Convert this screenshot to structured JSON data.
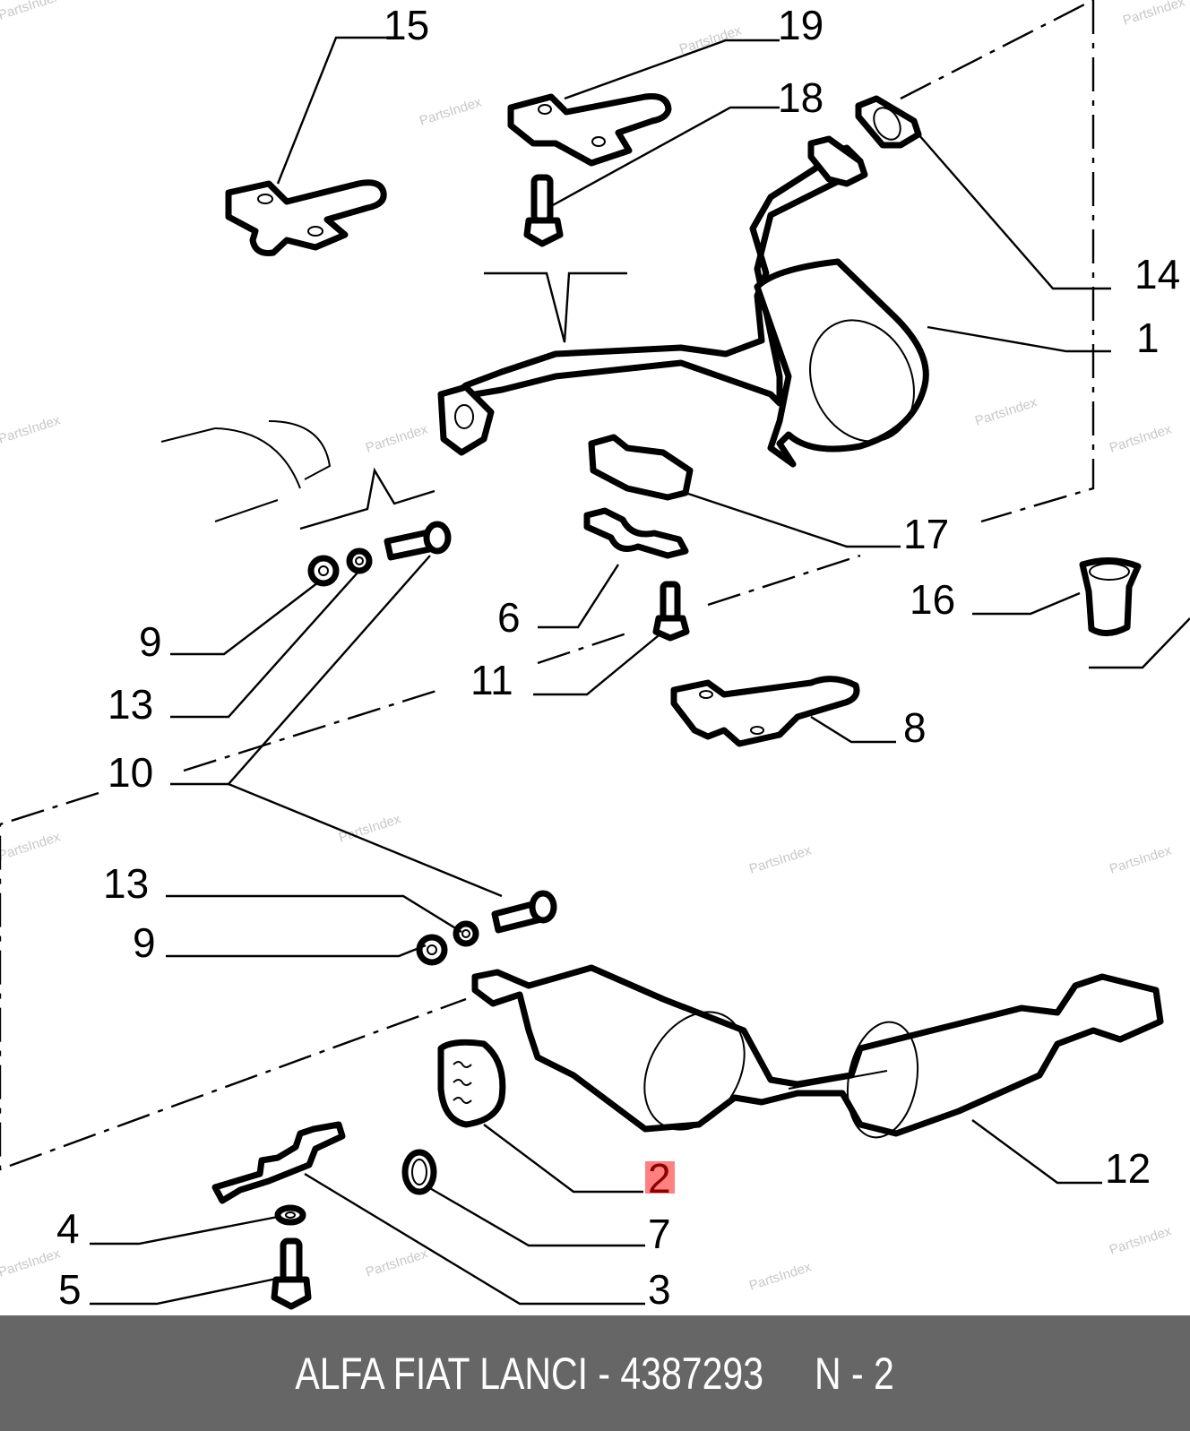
{
  "diagram": {
    "callouts": {
      "c1": "1",
      "c2": "2",
      "c3": "3",
      "c4": "4",
      "c5": "5",
      "c6": "6",
      "c7": "7",
      "c8": "8",
      "c9a": "9",
      "c9b": "9",
      "c10": "10",
      "c11": "11",
      "c12": "12",
      "c13a": "13",
      "c13b": "13",
      "c14": "14",
      "c15": "15",
      "c16": "16",
      "c17": "17",
      "c18": "18",
      "c19": "19"
    },
    "highlighted_callout": "2",
    "highlight_color": "#ff8080",
    "highlight_text_color": "#8b0000",
    "watermark": "PartsIndex"
  },
  "footer": {
    "text": "ALFA FIAT LANCI - 4387293     N - 2",
    "background": "#666666"
  }
}
